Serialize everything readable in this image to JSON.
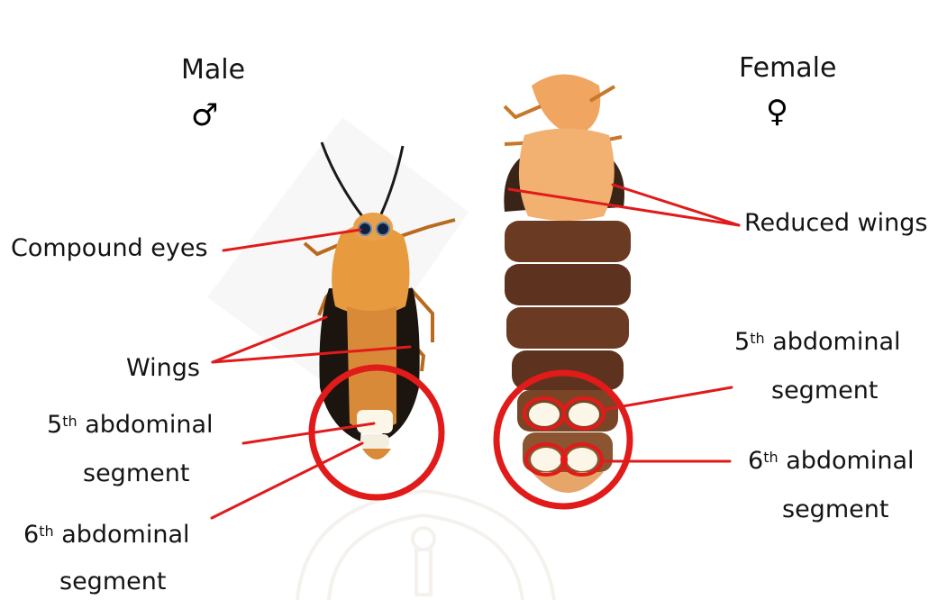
{
  "male": {
    "title": "Male",
    "symbol": "♂",
    "labels": {
      "compound_eyes": "Compound eyes",
      "wings": "Wings",
      "seg5_prefix": "5",
      "seg5_sup": "th",
      "seg5_word": "abdominal",
      "seg5_line2": "segment",
      "seg6_prefix": "6",
      "seg6_sup": "th",
      "seg6_word": "abdominal",
      "seg6_line2": "segment"
    }
  },
  "female": {
    "title": "Female",
    "symbol": "♀",
    "labels": {
      "reduced_wings": "Reduced wings",
      "seg5_prefix": "5",
      "seg5_sup": "th",
      "seg5_word": "abdominal",
      "seg5_line2": "segment",
      "seg6_prefix": "6",
      "seg6_sup": "th",
      "seg6_word": "abdominal",
      "seg6_line2": "segment"
    }
  },
  "colors": {
    "annotation": "#e11a1a",
    "male_body": "#e79a3e",
    "male_wing": "#1c140e",
    "female_segment": "#6b3a22",
    "female_head": "#f0a560",
    "light_organ": "#fbf6e8"
  }
}
